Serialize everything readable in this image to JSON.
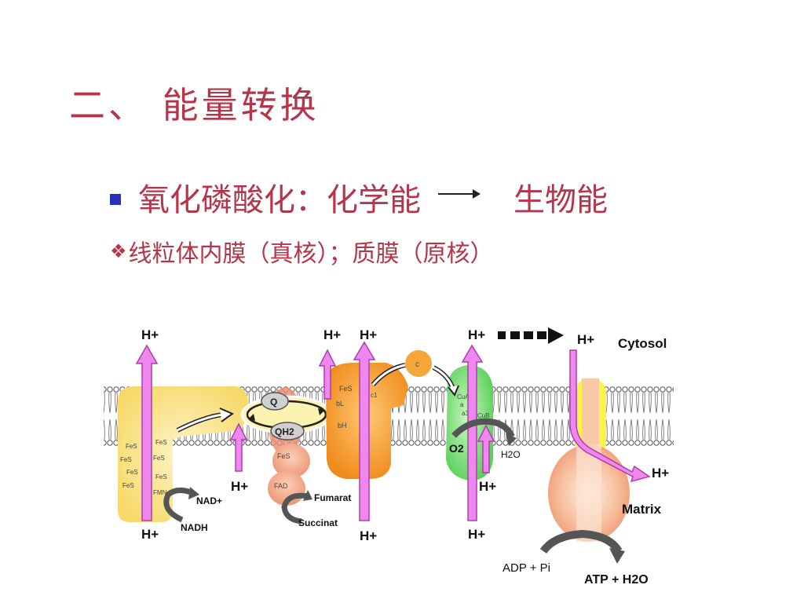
{
  "slide": {
    "title": "二、  能量转换",
    "bullet1": {
      "lead": "氧化磷酸化：化学能",
      "tail": "生物能"
    },
    "bullet2": "线粒体内膜（真核）；质膜（原核）"
  },
  "colors": {
    "title": "#b5364a",
    "bullet_square": "#2b2fbf",
    "proton_arrow": "#ee88ee",
    "complex1": "#fbe38a",
    "complex2": "#f4a98a",
    "complex3": "#f7a035",
    "complex4": "#7bdc7b",
    "atp_synthase": "#f9c9a8"
  },
  "diagram": {
    "labels": {
      "cytosol": "Cytosol",
      "matrix": "Matrix",
      "h_plus": "H+",
      "nad_plus": "NAD+",
      "nadh": "NADH",
      "fumarate": "Fumarat",
      "succinate": "Succinat",
      "q": "Q",
      "qh2": "QH2",
      "o2": "O2",
      "h2o": "H2O",
      "c": "c",
      "c1": "c1",
      "fes": "FeS",
      "fmn": "FMN",
      "fad": "FAD",
      "b": "b",
      "bl": "bL",
      "bh": "bH",
      "cua": "CuA",
      "cub": "CuB",
      "a": "a",
      "a3": "a3",
      "adp": "ADP + Pi",
      "atp": "ATP + H2O"
    }
  }
}
